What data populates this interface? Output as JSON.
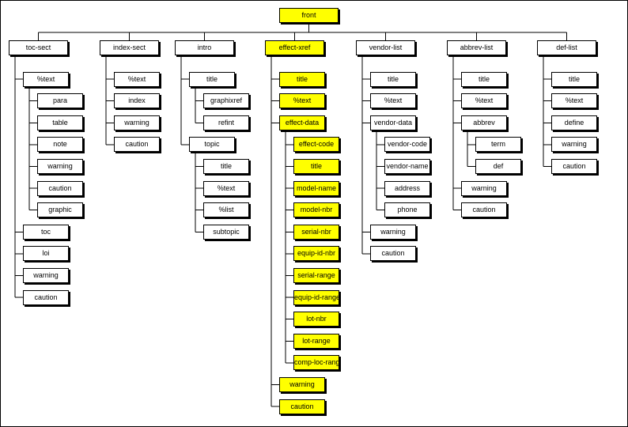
{
  "colors": {
    "normal": "#ffffff",
    "highlight": "#ffff00",
    "line": "#000000"
  },
  "root": "front",
  "columns": [
    {
      "label": "toc-sect",
      "highlight": false,
      "children": [
        {
          "label": "%text",
          "children": [
            {
              "label": "para"
            },
            {
              "label": "table"
            },
            {
              "label": "note"
            },
            {
              "label": "warning"
            },
            {
              "label": "caution"
            },
            {
              "label": "graphic"
            }
          ]
        },
        {
          "label": "toc"
        },
        {
          "label": "loi"
        },
        {
          "label": "warning"
        },
        {
          "label": "caution"
        }
      ]
    },
    {
      "label": "index-sect",
      "highlight": false,
      "children": [
        {
          "label": "%text"
        },
        {
          "label": "index"
        },
        {
          "label": "warning"
        },
        {
          "label": "caution"
        }
      ]
    },
    {
      "label": "intro",
      "highlight": false,
      "children": [
        {
          "label": "title",
          "children": [
            {
              "label": "graphixref"
            },
            {
              "label": "refint"
            }
          ]
        },
        {
          "label": "topic",
          "children": [
            {
              "label": "title"
            },
            {
              "label": "%text"
            },
            {
              "label": "%list"
            },
            {
              "label": "subtopic"
            }
          ]
        }
      ]
    },
    {
      "label": "effect-xref",
      "highlight": true,
      "children": [
        {
          "label": "title",
          "highlight": true
        },
        {
          "label": "%text",
          "highlight": true
        },
        {
          "label": "effect-data",
          "highlight": true,
          "children": [
            {
              "label": "effect-code",
              "highlight": true
            },
            {
              "label": "title",
              "highlight": true
            },
            {
              "label": "model-name",
              "highlight": true
            },
            {
              "label": "model-nbr",
              "highlight": true
            },
            {
              "label": "serial-nbr",
              "highlight": true
            },
            {
              "label": "equip-id-nbr",
              "highlight": true
            },
            {
              "label": "serial-range",
              "highlight": true
            },
            {
              "label": "equip-id-range",
              "highlight": true
            },
            {
              "label": "lot-nbr",
              "highlight": true
            },
            {
              "label": "lot-range",
              "highlight": true
            },
            {
              "label": "comp-loc-range",
              "highlight": true
            }
          ]
        },
        {
          "label": "warning",
          "highlight": true
        },
        {
          "label": "caution",
          "highlight": true
        }
      ]
    },
    {
      "label": "vendor-list",
      "highlight": false,
      "children": [
        {
          "label": "title"
        },
        {
          "label": "%text"
        },
        {
          "label": "vendor-data",
          "children": [
            {
              "label": "vendor-code"
            },
            {
              "label": "vendor-name"
            },
            {
              "label": "address"
            },
            {
              "label": "phone"
            }
          ]
        },
        {
          "label": "warning"
        },
        {
          "label": "caution"
        }
      ]
    },
    {
      "label": "abbrev-list",
      "highlight": false,
      "children": [
        {
          "label": "title"
        },
        {
          "label": "%text"
        },
        {
          "label": "abbrev",
          "children": [
            {
              "label": "term"
            },
            {
              "label": "def"
            }
          ]
        },
        {
          "label": "warning"
        },
        {
          "label": "caution"
        }
      ]
    },
    {
      "label": "def-list",
      "highlight": false,
      "children": [
        {
          "label": "title"
        },
        {
          "label": "%text"
        },
        {
          "label": "define"
        },
        {
          "label": "warning"
        },
        {
          "label": "caution"
        }
      ]
    }
  ]
}
